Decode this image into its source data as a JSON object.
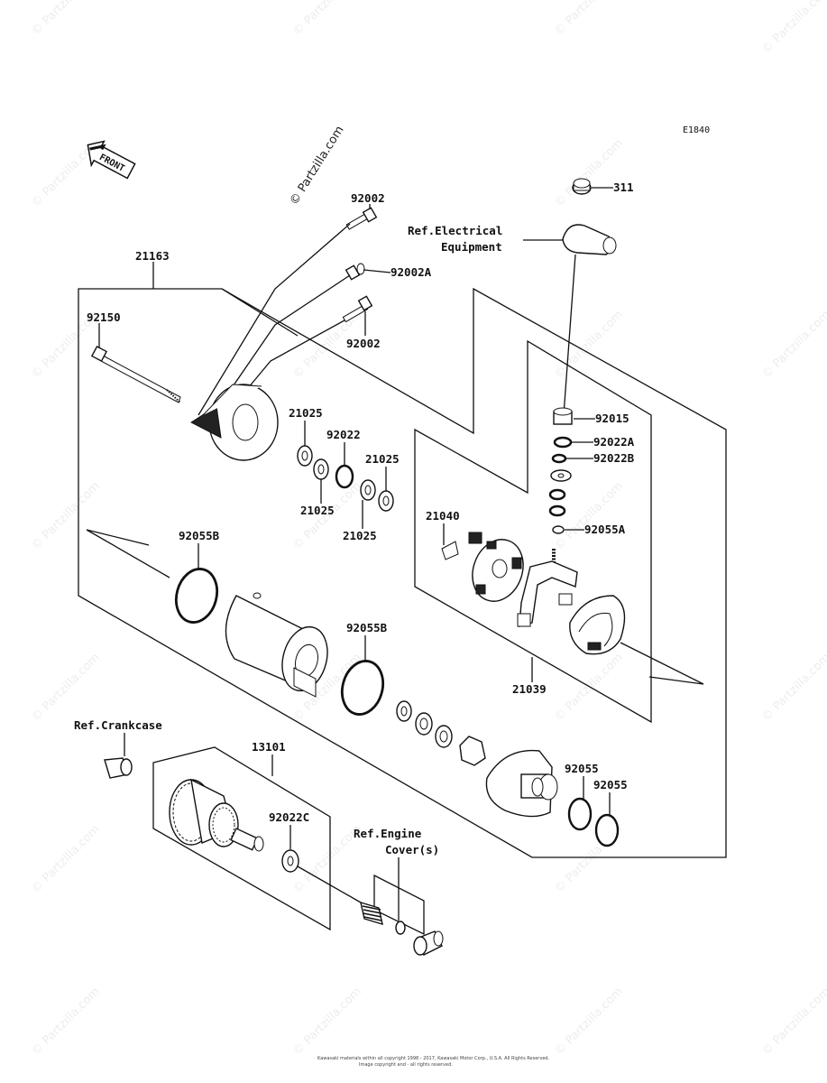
{
  "diagram_code": "E1840",
  "front_arrow_text": "FRONT",
  "watermark_text": "© Partzilla.com",
  "footer_text": [
    "Kawasaki materials within all copyright 1998 - 2017, Kawasaki Motor Corp., U.S.A. All Rights Reserved.",
    "Image copyright and - all rights reserved."
  ],
  "labels": {
    "p311": "311",
    "ref_electrical_1": "Ref.Electrical",
    "ref_electrical_2": "Equipment",
    "p92002_top": "92002",
    "p92002A": "92002A",
    "p92002_bot": "92002",
    "p21163": "21163",
    "p92150": "92150",
    "p92015": "92015",
    "p92022A": "92022A",
    "p92022B": "92022B",
    "p92055A": "92055A",
    "p21025_a": "21025",
    "p92022": "92022",
    "p21025_b": "21025",
    "p21025_c": "21025",
    "p21025_d": "21025",
    "p21040": "21040",
    "p92055B_top": "92055B",
    "p92055B_mid": "92055B",
    "p21039": "21039",
    "ref_crankcase": "Ref.Crankcase",
    "p13101": "13101",
    "p92022C": "92022C",
    "ref_engine_1": "Ref.Engine",
    "ref_engine_2": "Cover(s)",
    "p92055_a": "92055",
    "p92055_b": "92055"
  }
}
